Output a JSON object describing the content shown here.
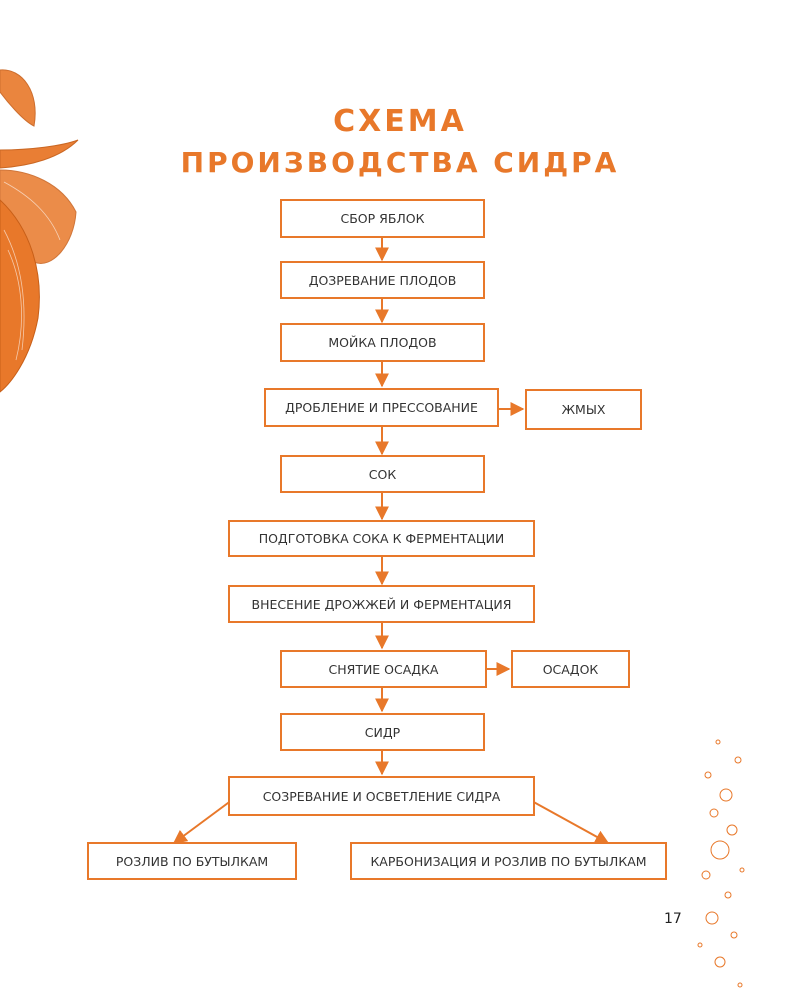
{
  "title": {
    "line1": "СХЕМА",
    "line2": "ПРОИЗВОДСТВА СИДРА"
  },
  "steps": [
    "СБОР ЯБЛОК",
    "ДОЗРЕВАНИЕ ПЛОДОВ",
    "МОЙКА ПЛОДОВ",
    "ДРОБЛЕНИЕ И ПРЕССОВАНИЕ",
    "СОК",
    "ПОДГОТОВКА СОКА К ФЕРМЕНТАЦИИ",
    "ВНЕСЕНИЕ ДРОЖЖЕЙ И ФЕРМЕНТАЦИЯ",
    "СНЯТИЕ ОСАДКА",
    "СИДР",
    "СОЗРЕВАНИЕ И ОСВЕТЛЕНИЕ СИДРА"
  ],
  "byproducts": {
    "pomace": "ЖМЫХ",
    "sediment": "ОСАДОК"
  },
  "outputs": {
    "left": "РОЗЛИВ ПО БУТЫЛКАМ",
    "right": "КАРБОНИЗАЦИЯ И РОЗЛИВ ПО БУТЫЛКАМ"
  },
  "page_number": "17",
  "colors": {
    "accent": "#E8782A",
    "text": "#333333"
  },
  "decor": {
    "left": "apple-branch-illustration",
    "right": "bubbles-decoration"
  }
}
